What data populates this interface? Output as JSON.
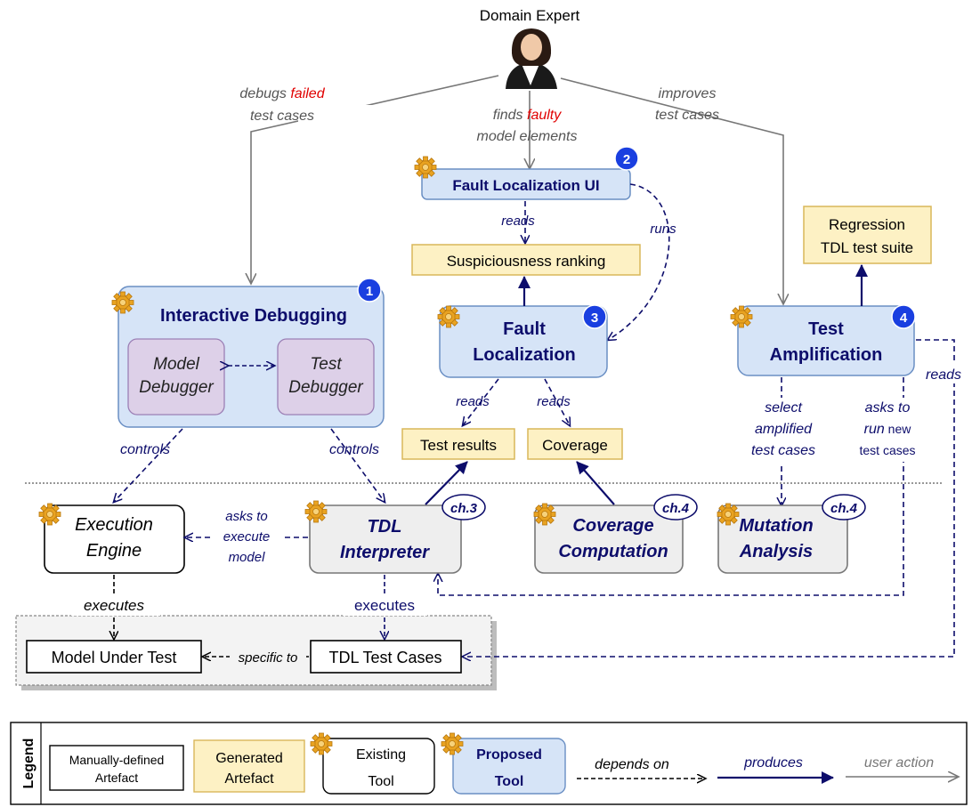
{
  "actor": {
    "label": "Domain Expert",
    "icon": "person-avatar-icon"
  },
  "actions": {
    "debugs_pre": "debugs",
    "debugs_red": "failed",
    "debugs_line2": "test cases",
    "finds_pre": "finds",
    "finds_red": "faulty",
    "finds_line2": "model elements",
    "improves_line1": "improves",
    "improves_line2": "test cases"
  },
  "tools": {
    "fault_localization_ui": {
      "label": "Fault Localization UI",
      "badge": "2"
    },
    "interactive_debugging": {
      "label": "Interactive Debugging",
      "badge": "1"
    },
    "model_debugger": {
      "line1": "Model",
      "line2": "Debugger"
    },
    "test_debugger": {
      "line1": "Test",
      "line2": "Debugger"
    },
    "fault_localization": {
      "line1": "Fault",
      "line2": "Localization",
      "badge": "3"
    },
    "test_amplification": {
      "line1": "Test",
      "line2": "Amplification",
      "badge": "4"
    },
    "execution_engine": {
      "line1": "Execution",
      "line2": "Engine"
    },
    "tdl_interpreter": {
      "line1": "TDL",
      "line2": "Interpreter",
      "chapter": "ch.3"
    },
    "coverage_computation": {
      "line1": "Coverage",
      "line2": "Computation",
      "chapter": "ch.4"
    },
    "mutation_analysis": {
      "line1": "Mutation",
      "line2": "Analysis",
      "chapter": "ch.4"
    }
  },
  "artefacts": {
    "suspiciousness_ranking": "Suspiciousness ranking",
    "regression_line1": "Regression",
    "regression_line2": "TDL test suite",
    "test_results": "Test results",
    "coverage": "Coverage",
    "model_under_test": "Model Under Test",
    "tdl_test_cases": "TDL Test Cases"
  },
  "edges": {
    "reads": "reads",
    "runs": "runs",
    "controls": "controls",
    "asks_execute_1": "asks to",
    "asks_execute_2": "execute",
    "asks_execute_3": "model",
    "select_1": "select",
    "select_2": "amplified",
    "select_3": "test cases",
    "asks_run_1": "asks to",
    "asks_run_2a": "run",
    "asks_run_2b": " new",
    "asks_run_3": "test cases",
    "executes": "executes",
    "specific_to": "specific to"
  },
  "legend": {
    "title": "Legend",
    "manual_1": "Manually-defined",
    "manual_2": "Artefact",
    "generated_1": "Generated",
    "generated_2": "Artefact",
    "existing_1": "Existing",
    "existing_2": "Tool",
    "proposed_1": "Proposed",
    "proposed_2": "Tool",
    "depends_on": "depends on",
    "produces": "produces",
    "user_action": "user action"
  },
  "colors": {
    "navy": "#0d0d6b",
    "gray_edge": "#777777",
    "red": "#e00000",
    "proposed_fill": "#d6e4f7",
    "proposed_border": "#6a8fc4",
    "generated_fill": "#fdf1c4",
    "generated_border": "#d9b75a",
    "existing_fill": "#eeeeee",
    "debugger_fill": "#ddd0e8",
    "badge": "#1a3fe0"
  }
}
